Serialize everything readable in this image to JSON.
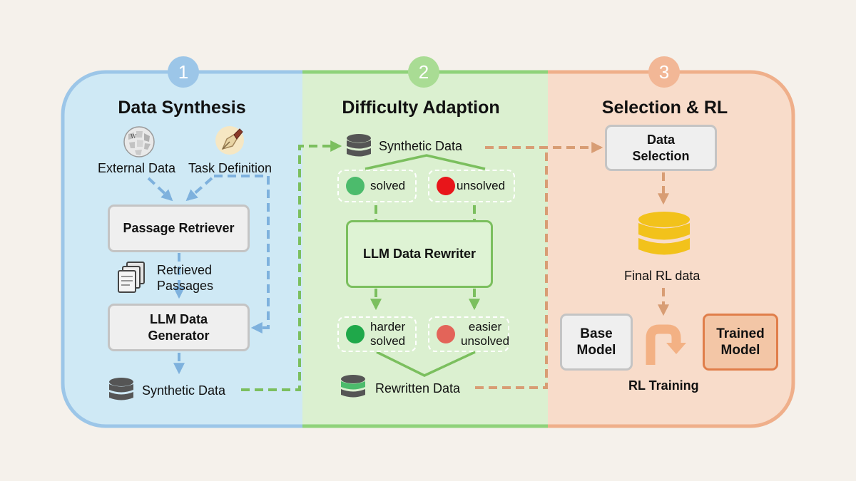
{
  "sections": {
    "synthesis": {
      "number": "1",
      "title": "Data Synthesis"
    },
    "difficulty": {
      "number": "2",
      "title": "Difficulty Adaption"
    },
    "selection": {
      "number": "3",
      "title": "Selection & RL"
    }
  },
  "synthesis": {
    "external_data": "External Data",
    "task_definition": "Task Definition",
    "passage_retriever": "Passage Retriever",
    "retrieved_line1": "Retrieved",
    "retrieved_line2": "Passages",
    "generator_line1": "LLM Data",
    "generator_line2": "Generator",
    "synthetic_data": "Synthetic Data"
  },
  "difficulty": {
    "synthetic_data": "Synthetic Data",
    "solved": "solved",
    "unsolved": "unsolved",
    "rewriter": "LLM Data Rewriter",
    "harder_line1": "harder",
    "harder_line2": "solved",
    "easier_line1": "easier",
    "easier_line2": "unsolved",
    "rewritten_data": "Rewritten Data"
  },
  "selection": {
    "data_selection_line1": "Data",
    "data_selection_line2": "Selection",
    "final_rl_data": "Final RL data",
    "base_line1": "Base",
    "base_line2": "Model",
    "trained_line1": "Trained",
    "trained_line2": "Model",
    "rl_training": "RL Training"
  },
  "colors": {
    "background": "#f5f1eb",
    "panel_blue": "#cfe9f5",
    "panel_green": "#dbf0d0",
    "panel_orange": "#f8dcca",
    "arrow_blue": "#7eb1dd",
    "arrow_green": "#7bbf5e",
    "arrow_orange": "#d89d74",
    "solved_green": "#4cbb6c",
    "unsolved_red": "#e8151a",
    "harder_green": "#1fa84a",
    "easier_red": "#e36459",
    "database_gold": "#f2c21b"
  }
}
